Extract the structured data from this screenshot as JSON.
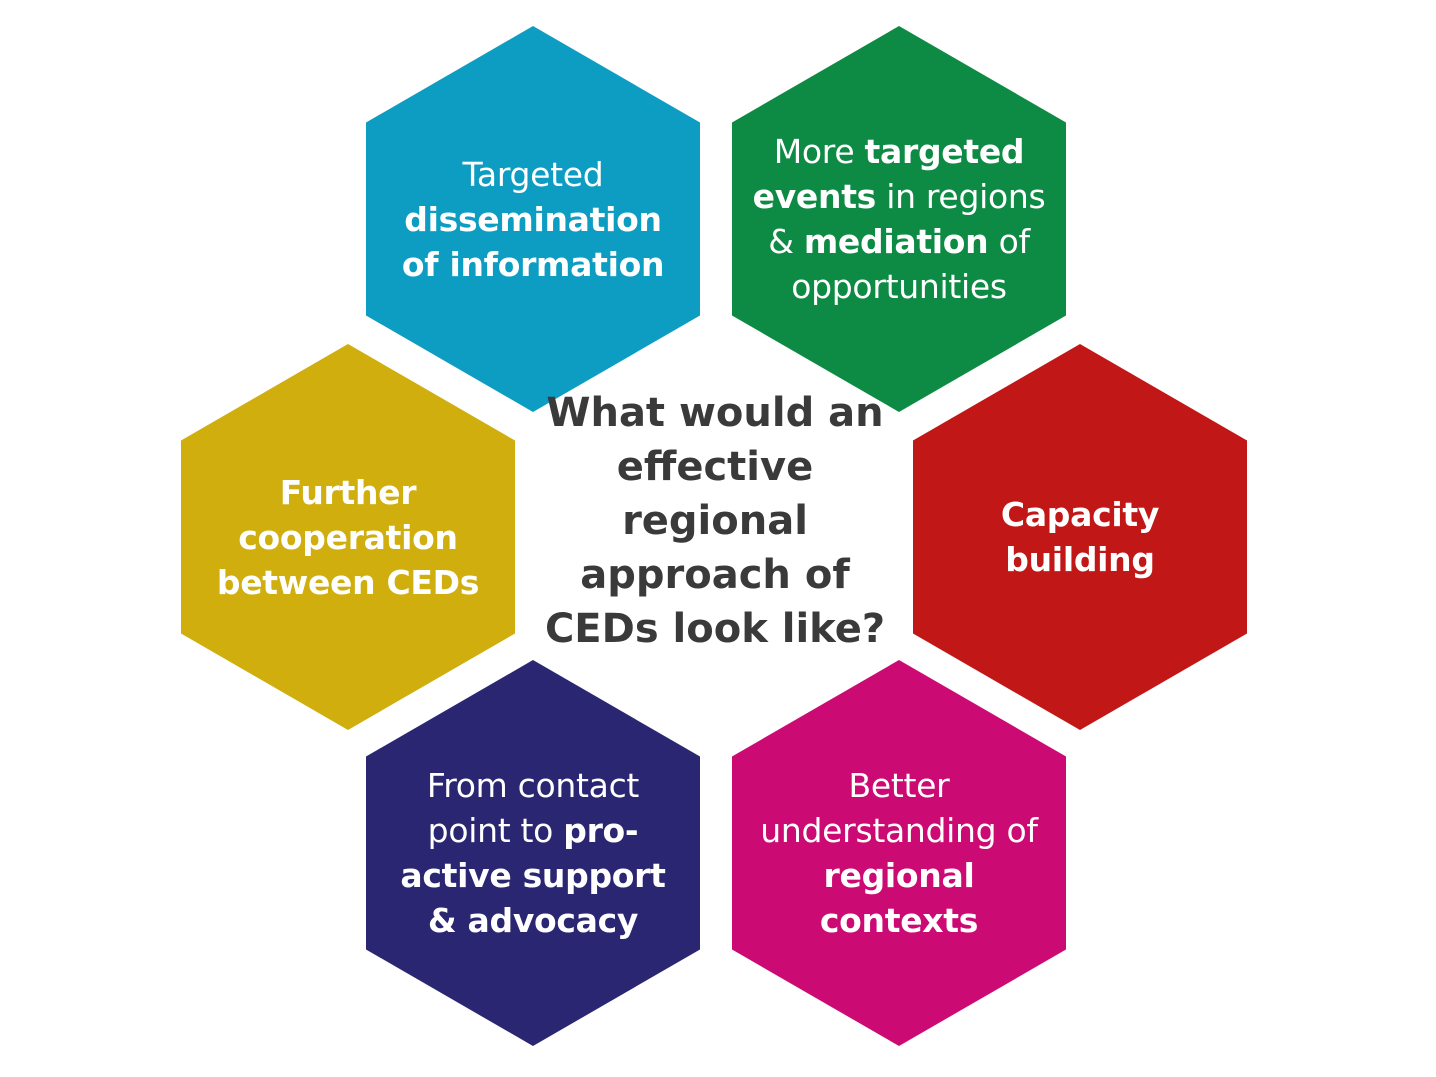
{
  "center": {
    "question": "What would an effective regional approach of CEDs look like?"
  },
  "hexagons": [
    {
      "id": "top-left",
      "color": "#0e9dc2",
      "parts": [
        {
          "text": "Targeted ",
          "bold": false
        },
        {
          "text": "dissemination of information",
          "bold": true
        }
      ]
    },
    {
      "id": "top-right",
      "color": "#0d8a43",
      "parts": [
        {
          "text": "More ",
          "bold": false
        },
        {
          "text": "targeted events",
          "bold": true
        },
        {
          "text": " in regions & ",
          "bold": false
        },
        {
          "text": "mediation",
          "bold": true
        },
        {
          "text": " of opportunities",
          "bold": false
        }
      ]
    },
    {
      "id": "mid-left",
      "color": "#cfae0d",
      "parts": [
        {
          "text": "Further cooperation between CEDs",
          "bold": true
        }
      ]
    },
    {
      "id": "mid-right",
      "color": "#c11717",
      "parts": [
        {
          "text": "Capacity building",
          "bold": true
        }
      ]
    },
    {
      "id": "bot-left",
      "color": "#2a2672",
      "parts": [
        {
          "text": "From contact point to ",
          "bold": false
        },
        {
          "text": "pro-active support & advocacy",
          "bold": true
        }
      ]
    },
    {
      "id": "bot-right",
      "color": "#cc0a74",
      "parts": [
        {
          "text": "Better understanding of ",
          "bold": false
        },
        {
          "text": "regional contexts",
          "bold": true
        }
      ]
    }
  ]
}
